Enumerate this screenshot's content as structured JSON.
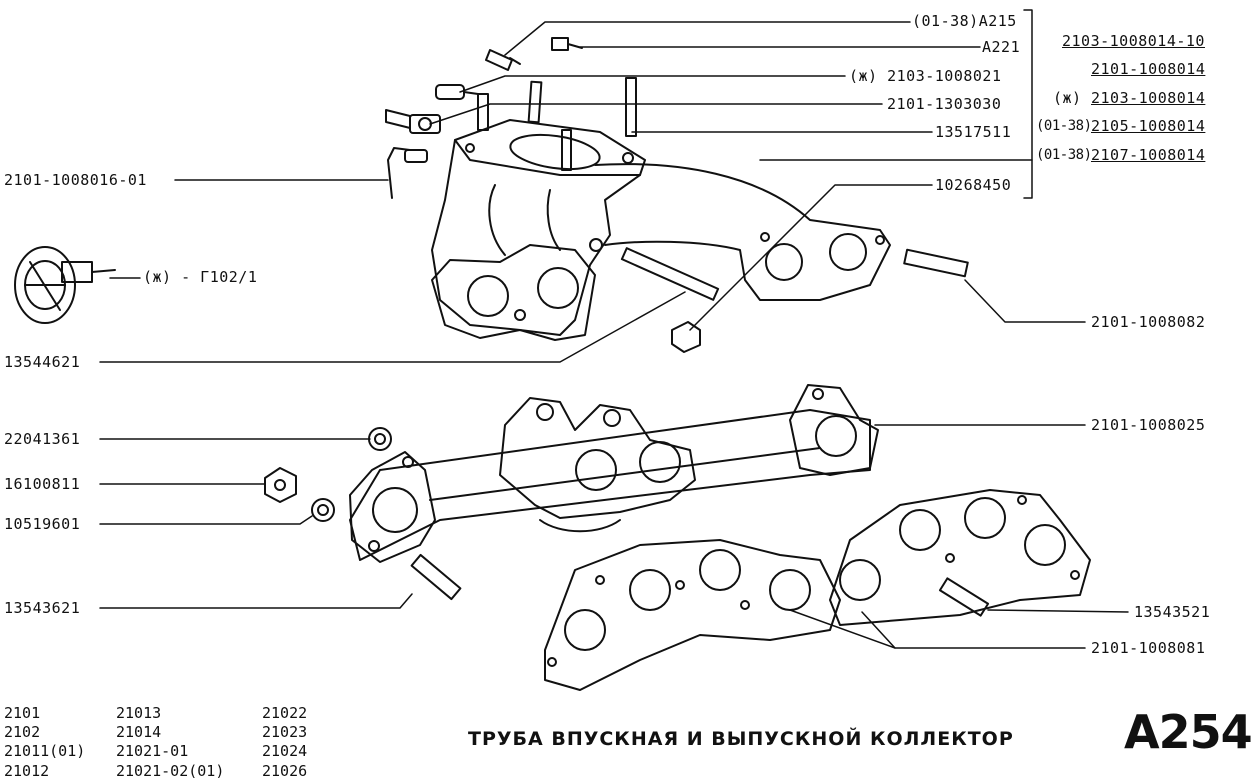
{
  "callouts": {
    "l_01_38_a215": "(01-38)A215",
    "l_a221": "A221",
    "l_2103_1008021": "(ж) 2103-1008021",
    "l_2101_1303030": "2101-1303030",
    "l_13517511": "13517511",
    "l_10268450": "10268450",
    "l_2101_1008016_01": "2101-1008016-01",
    "l_g102": "(ж) - Г102/1",
    "l_13544621": "13544621",
    "l_2101_1008082": "2101-1008082",
    "l_22041361": "22041361",
    "l_2101_1008025": "2101-1008025",
    "l_16100811": "16100811",
    "l_10519601": "10519601",
    "l_13543621": "13543621",
    "l_13543521": "13543521",
    "l_2101_1008081": "2101-1008081"
  },
  "variants": {
    "v1": "2103-1008014-10",
    "v2": "2101-1008014",
    "v3_prefix": "(ж)",
    "v3": "2103-1008014",
    "v4_prefix": "(01-38)",
    "v4": "2105-1008014",
    "v5_prefix": "(01-38)",
    "v5": "2107-1008014"
  },
  "models": {
    "col1": [
      "2101",
      "2102",
      "21011(01)",
      "21012"
    ],
    "col2": [
      "21013",
      "21014",
      "21021-01",
      "21021-02(01)"
    ],
    "col3": [
      "21022",
      "21023",
      "21024",
      "21026"
    ]
  },
  "title": "ТРУБА ВПУСКНАЯ И ВЫПУСКНОЙ КОЛЛЕКТОР",
  "page_code": "A254"
}
